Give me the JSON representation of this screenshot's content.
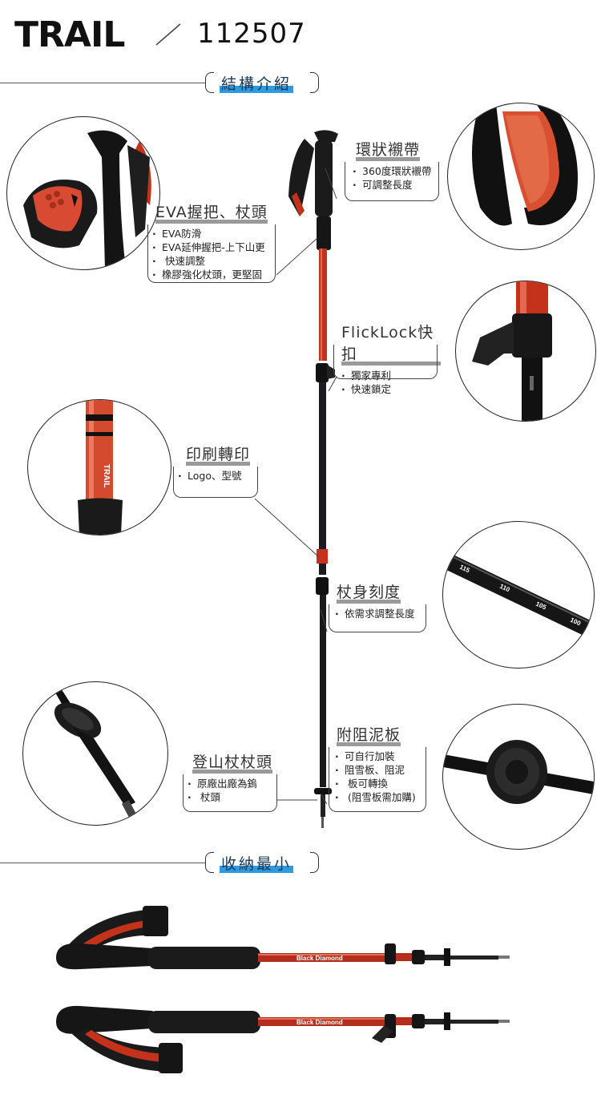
{
  "header": {
    "brand": "TRAIL",
    "model": "112507"
  },
  "sections": {
    "structure": "結構介紹",
    "storage": "收納最小"
  },
  "callouts": {
    "strap": {
      "title": "環狀襯帶",
      "items": [
        "360度環狀襯帶",
        "可調整長度"
      ]
    },
    "grip": {
      "title": "EVA握把、杖頭",
      "items": [
        "EVA防滑",
        "EVA延伸握把-上下山更",
        "快速調整",
        "橡膠強化杖頭，更堅固"
      ]
    },
    "flicklock": {
      "title": "FlickLock快扣",
      "items": [
        "獨家專利",
        "快速鎖定"
      ]
    },
    "print": {
      "title": "印刷轉印",
      "items": [
        "Logo、型號"
      ]
    },
    "scale": {
      "title": "杖身刻度",
      "items": [
        "依需求調整長度"
      ]
    },
    "basket": {
      "title": "附阻泥板",
      "items": [
        "可自行加裝",
        "阻雪板、阻泥",
        "板可轉換",
        "(阻雪板需加購)"
      ]
    },
    "tip": {
      "title": "登山杖杖頭",
      "items": [
        "原廠出廠為鎢",
        "杖頭"
      ]
    }
  },
  "product_text": {
    "shaft_brand": "Black Diamond",
    "pole_model": "TRAIL",
    "scale_marks": [
      "115",
      "110",
      "105",
      "100"
    ]
  },
  "colors": {
    "accent_red": "#c4321c",
    "accent_blue": "#2e9be0",
    "dark": "#151515"
  }
}
